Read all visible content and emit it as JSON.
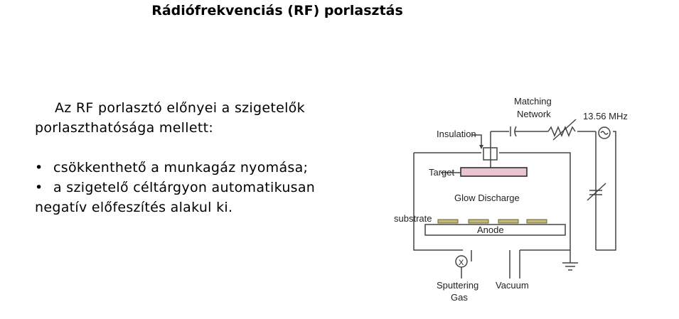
{
  "slide": {
    "title": "Rádiófrekvenciás (RF) porlasztás",
    "intro_line1": "Az RF porlasztó előnyei a szigetelők",
    "intro_line2": "porlaszthatósága mellett:",
    "bullets": [
      {
        "marker": "•",
        "text": "csökkenthető a munkagáz nyomása;"
      },
      {
        "marker": "•",
        "text": "a szigetelő céltárgyon automatikusan"
      }
    ],
    "bullet_continuation": "negatív előfeszítés alakul ki."
  },
  "diagram": {
    "labels": {
      "matching_line1": "Matching",
      "matching_line2": "Network",
      "frequency": "13.56 MHz",
      "insulation": "Insulation",
      "target": "Target",
      "glow": "Glow Discharge",
      "substrate": "substrate",
      "anode": "Anode",
      "valve_mark": "X",
      "sputtering_line1": "Sputtering",
      "sputtering_line2": "Gas",
      "vacuum": "Vacuum"
    },
    "colors": {
      "target_fill": "#e9c6cf",
      "substrate_fill": "#c2b87a",
      "line": "#444444"
    }
  }
}
